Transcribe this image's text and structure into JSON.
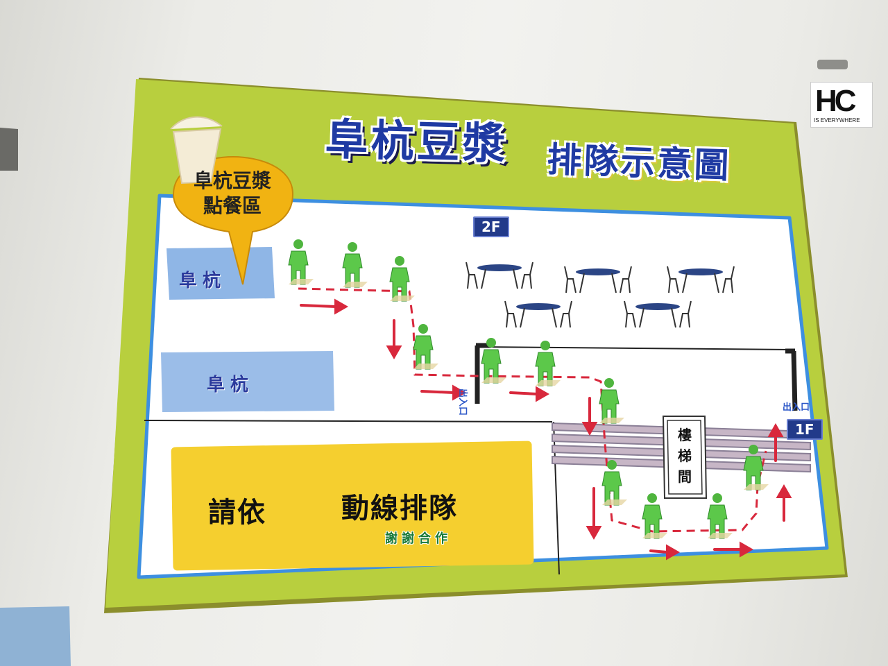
{
  "title": {
    "main": "阜杭豆漿",
    "sub": "排隊示意圖"
  },
  "order_area": {
    "line1": "阜杭豆漿",
    "line2": "點餐區"
  },
  "counters": [
    {
      "label": "阜杭"
    },
    {
      "label": "阜杭"
    }
  ],
  "floors": {
    "upper": "2F",
    "lower": "1F"
  },
  "exits": [
    {
      "label": "出入口"
    },
    {
      "label": "出入口"
    }
  ],
  "stairwell": "樓梯間",
  "notice": {
    "before": "請依",
    "after": "動線排隊",
    "thanks": "謝謝合作"
  },
  "sticker": {
    "main": "HC",
    "sub": "IS EVERYWHERE"
  },
  "colors": {
    "poster_frame": "#b8cf3e",
    "floor_panel": "#ffffff",
    "panel_border": "#3d8fe0",
    "figure": "#5cc84a",
    "arrow": "#d8283c",
    "notice_box": "#f5cf2f",
    "badge": "#223a8a"
  }
}
